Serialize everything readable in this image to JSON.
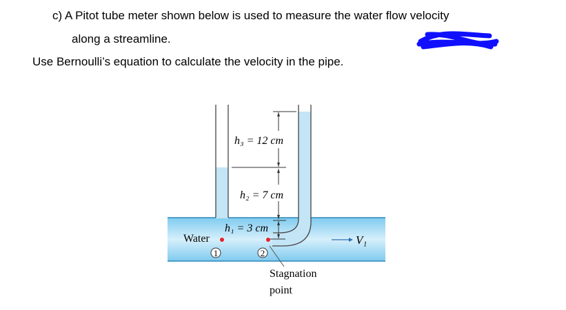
{
  "question": {
    "line1": "c)  A Pitot tube meter shown below is used to measure the water flow velocity",
    "line2": "along a streamline.",
    "line3": "Use Bernoulli’s equation to calculate the velocity in the pipe."
  },
  "figure": {
    "h3": "h₃ = 12 cm",
    "h2": "h₂ = 7 cm",
    "h1": "h₁ = 3 cm",
    "water": "Water",
    "point1": "1",
    "point2": "2",
    "velocity": "V₁",
    "stagnation_line1": "Stagnation",
    "stagnation_line2": "point"
  },
  "colors": {
    "water": "#bfe3f5",
    "pipe_edge": "#3a9fd0",
    "dot": "#e8202a",
    "redaction": "#1010ff"
  }
}
